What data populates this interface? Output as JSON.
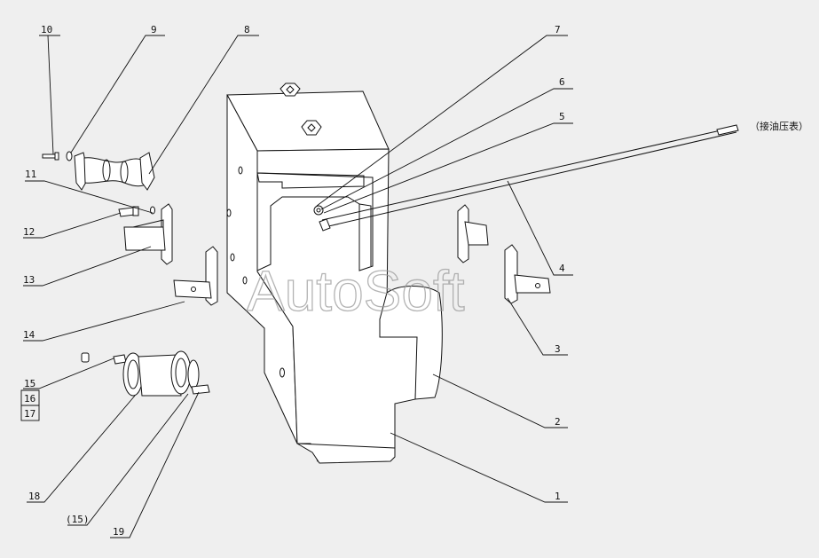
{
  "watermark": "AutoSoft",
  "note": "（接油压表）",
  "callouts": [
    {
      "id": "c1",
      "label": "1"
    },
    {
      "id": "c2",
      "label": "2"
    },
    {
      "id": "c3",
      "label": "3"
    },
    {
      "id": "c4",
      "label": "4"
    },
    {
      "id": "c5",
      "label": "5"
    },
    {
      "id": "c6",
      "label": "6"
    },
    {
      "id": "c7",
      "label": "7"
    },
    {
      "id": "c8",
      "label": "8"
    },
    {
      "id": "c9",
      "label": "9"
    },
    {
      "id": "c10",
      "label": "10"
    },
    {
      "id": "c11",
      "label": "11"
    },
    {
      "id": "c12",
      "label": "12"
    },
    {
      "id": "c13",
      "label": "13"
    },
    {
      "id": "c14",
      "label": "14"
    },
    {
      "id": "c15",
      "label": "15"
    },
    {
      "id": "c16",
      "label": "16"
    },
    {
      "id": "c17",
      "label": "17"
    },
    {
      "id": "c18",
      "label": "18"
    },
    {
      "id": "c15b",
      "label": "(15)"
    },
    {
      "id": "c19",
      "label": "19"
    }
  ]
}
